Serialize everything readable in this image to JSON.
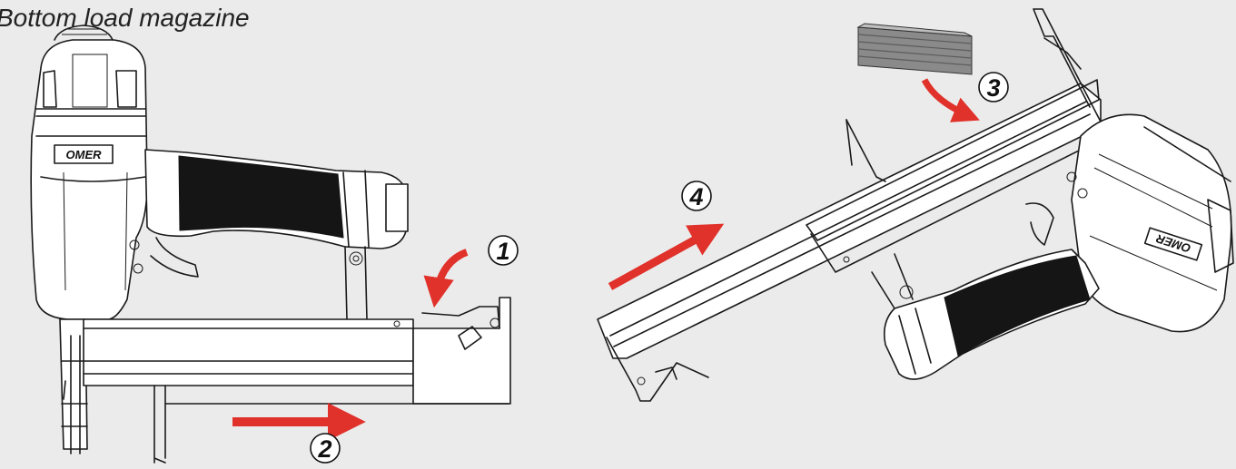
{
  "title": "Bottom load magazine",
  "brand_label": "OMER",
  "arrow_color": "#e0312a",
  "steps": [
    {
      "label": "1",
      "arrow": "curved-down"
    },
    {
      "label": "2",
      "arrow": "straight-right"
    },
    {
      "label": "3",
      "arrow": "curved-down"
    },
    {
      "label": "4",
      "arrow": "straight-diagonal-up-right"
    }
  ]
}
